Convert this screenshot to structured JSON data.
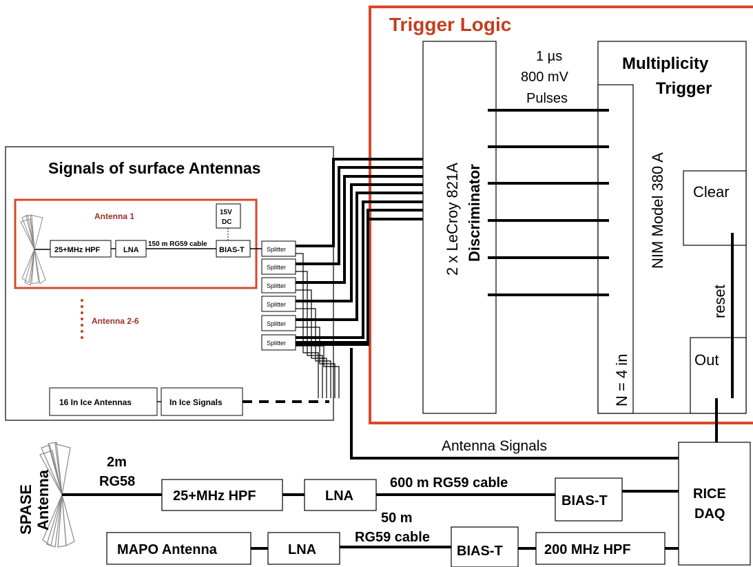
{
  "trigger": {
    "title": "Trigger Logic",
    "pulse_line1": "1 µs",
    "pulse_line2": "800 mV",
    "pulse_line3": "Pulses",
    "disc_line1": "2 x LeCroy 821A",
    "disc_line2": "Discriminator",
    "mult_line1": "Multiplicity",
    "mult_line2": "Trigger",
    "nim_label": "NIM Model 380 A",
    "n_label": "N = 4 in",
    "clear_label": "Clear",
    "out_label": "Out",
    "reset_label": "reset"
  },
  "surface": {
    "title": "Signals of surface Antennas",
    "antenna1": "Antenna 1",
    "hpf": "25+MHz HPF",
    "lna": "LNA",
    "cable": "150 m RG59 cable",
    "biast": "BIAS-T",
    "dc_line1": "15V",
    "dc_line2": "DC",
    "antenna26": "Antenna 2-6",
    "splitters": [
      "Splitter",
      "Splitter",
      "Splitter",
      "Splitter",
      "Splitter",
      "Splitter"
    ],
    "inice_antennas": "16 In Ice Antennas",
    "inice_signals": "In Ice Signals"
  },
  "bottom": {
    "antenna_signals": "Antenna Signals",
    "spase_line1": "SPASE",
    "spase_line2": "Antenna",
    "rg58_line1": "2m",
    "rg58_line2": "RG58",
    "hpf": "25+MHz HPF",
    "lna": "LNA",
    "cable600": "600 m RG59 cable",
    "biast": "BIAS-T",
    "rice_line1": "RICE",
    "rice_line2": "DAQ",
    "mapo": "MAPO Antenna",
    "lna2": "LNA",
    "cable50_line1": "50 m",
    "cable50_line2": "RG59 cable",
    "biast2": "BIAS-T",
    "hpf200": "200 MHz HPF"
  },
  "colors": {
    "trigger_border": "#d9482b",
    "antenna_border": "#d9482b",
    "title_red": "#c43d1f"
  }
}
